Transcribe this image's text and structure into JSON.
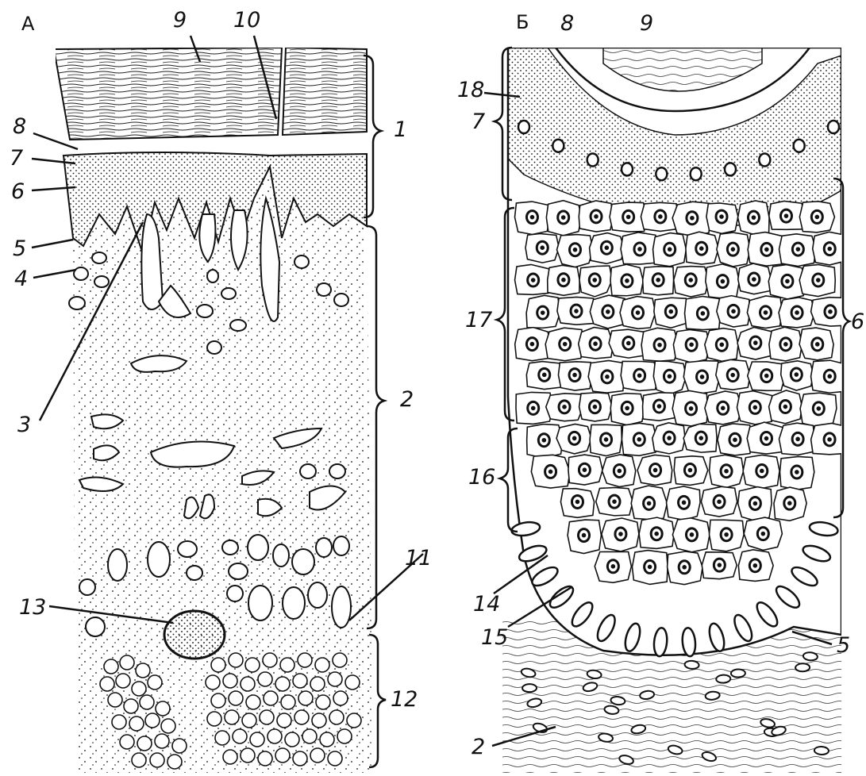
{
  "panels": [
    {
      "letter": "А"
    },
    {
      "letter": "Б"
    }
  ],
  "labels_a": [
    "9",
    "10",
    "8",
    "7",
    "6",
    "5",
    "4",
    "3",
    "1",
    "2",
    "11",
    "13",
    "12"
  ],
  "labels_b": [
    "8",
    "9",
    "18",
    "7",
    "17",
    "6",
    "16",
    "14",
    "15",
    "5",
    "2"
  ],
  "colors": {
    "ink": "#111111",
    "paper": "#ffffff"
  }
}
